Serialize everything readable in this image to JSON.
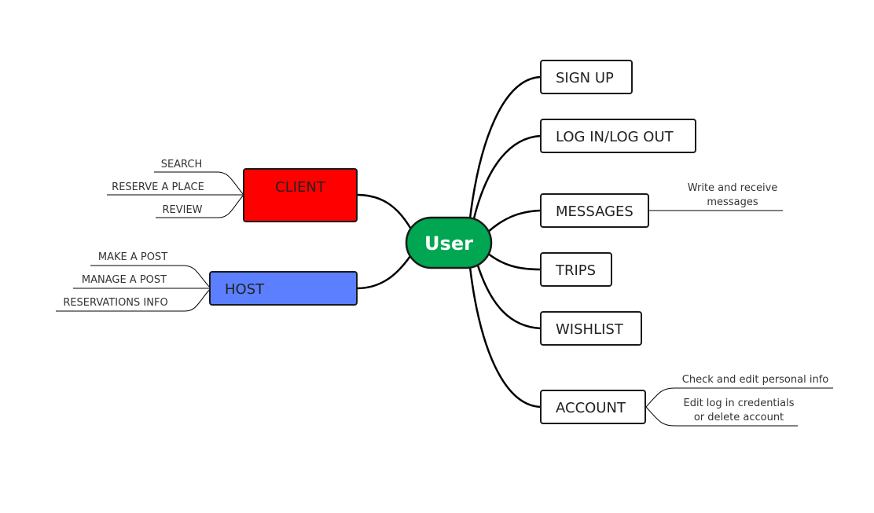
{
  "center": {
    "label": "User",
    "color": "#00A651"
  },
  "left_nodes": {
    "client": {
      "label": "CLIENT",
      "color": "#FF0000",
      "leaves": [
        "SEARCH",
        "RESERVE A PLACE",
        "REVIEW"
      ]
    },
    "host": {
      "label": "HOST",
      "color": "#5B7FFF",
      "leaves": [
        "MAKE A POST",
        "MANAGE A POST",
        "RESERVATIONS INFO"
      ]
    }
  },
  "right_nodes": {
    "signup": {
      "label": "SIGN UP"
    },
    "login": {
      "label": "LOG IN/LOG OUT"
    },
    "messages": {
      "label": "MESSAGES",
      "note_line1": "Write and receive",
      "note_line2": "messages"
    },
    "trips": {
      "label": "TRIPS"
    },
    "wishlist": {
      "label": "WISHLIST"
    },
    "account": {
      "label": "ACCOUNT",
      "note1": "Check and edit personal info",
      "note2_line1": "Edit log in credentials",
      "note2_line2": "or delete account"
    }
  },
  "colors": {
    "box_fill": "#FFFFFF",
    "line": "#000000"
  }
}
